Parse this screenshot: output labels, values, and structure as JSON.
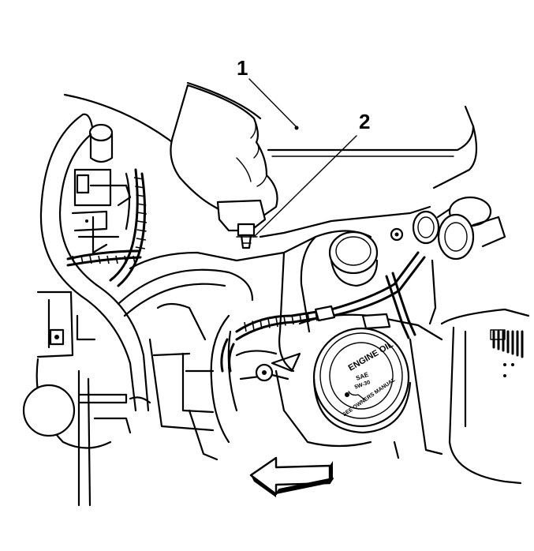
{
  "callouts": {
    "one": "1",
    "two": "2"
  },
  "oil_cap": {
    "line1": "ENGINE OIL",
    "line2": "SAE",
    "line3": "5W-30",
    "line4": "SEE OWNERS MANUAL"
  },
  "colors": {
    "ink": "#000000",
    "paper": "#ffffff"
  },
  "icons": {
    "direction_arrow": "arrow-left-icon"
  }
}
